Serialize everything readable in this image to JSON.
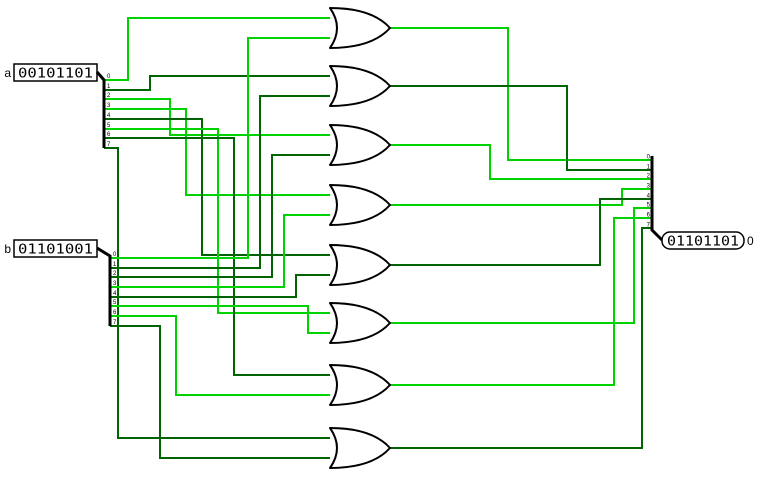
{
  "app": {
    "background": "#ffffff"
  },
  "colors": {
    "wire_on": "#00d200",
    "wire_off": "#006400",
    "component_stroke": "#000000"
  },
  "inputs": {
    "a": {
      "label": "a",
      "value": "00101101",
      "bits": 8
    },
    "b": {
      "label": "b",
      "value": "01101001",
      "bits": 8
    }
  },
  "output": {
    "label": "0",
    "value": "01101101",
    "bits": 8
  },
  "gates": {
    "type": "OR",
    "count": 8
  },
  "splitter_pin_labels": [
    "0",
    "1",
    "2",
    "3",
    "4",
    "5",
    "6",
    "7"
  ]
}
